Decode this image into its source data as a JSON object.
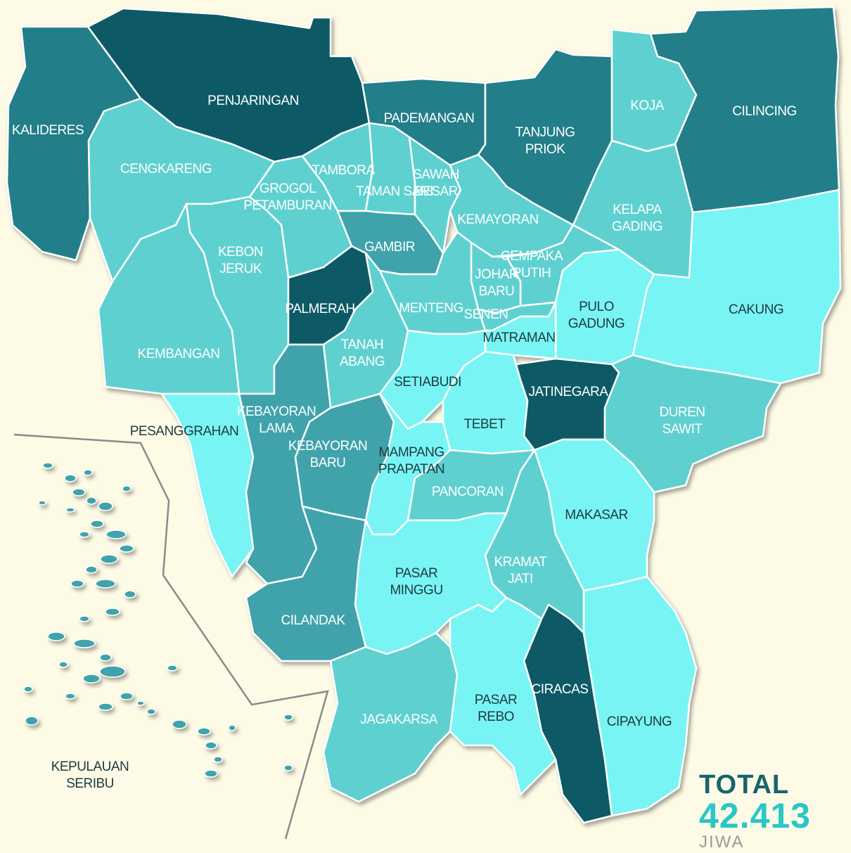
{
  "map": {
    "colors": {
      "background": "#fdfbe6",
      "darkest": "#0f5a66",
      "dark": "#217e88",
      "medium": "#3fa3ab",
      "light": "#5fd0d0",
      "lightest": "#79f4f4"
    },
    "regions": [
      {
        "name": "KALIDERES",
        "shade": "dark"
      },
      {
        "name": "PENJARINGAN",
        "shade": "darkest"
      },
      {
        "name": "PADEMANGAN",
        "shade": "dark"
      },
      {
        "name": "TANJUNG PRIOK",
        "shade": "dark"
      },
      {
        "name": "KOJA",
        "shade": "light"
      },
      {
        "name": "CILINCING",
        "shade": "dark"
      },
      {
        "name": "CENGKARENG",
        "shade": "light"
      },
      {
        "name": "TAMBORA",
        "shade": "light"
      },
      {
        "name": "TAMAN SARI",
        "shade": "light"
      },
      {
        "name": "SAWAH BESAR",
        "shade": "light"
      },
      {
        "name": "GROGOL PETAMBURAN",
        "shade": "light"
      },
      {
        "name": "KELAPA GADING",
        "shade": "light"
      },
      {
        "name": "KEMAYORAN",
        "shade": "light"
      },
      {
        "name": "GAMBIR",
        "shade": "medium"
      },
      {
        "name": "KEBON JERUK",
        "shade": "light"
      },
      {
        "name": "CEMPAKA PUTIH",
        "shade": "light"
      },
      {
        "name": "JOHAR BARU",
        "shade": "light"
      },
      {
        "name": "PALMERAH",
        "shade": "darkest"
      },
      {
        "name": "MENTENG",
        "shade": "light"
      },
      {
        "name": "SENEN",
        "shade": "light"
      },
      {
        "name": "PULO GADUNG",
        "shade": "lightest"
      },
      {
        "name": "CAKUNG",
        "shade": "lightest"
      },
      {
        "name": "MATRAMAN",
        "shade": "lightest"
      },
      {
        "name": "KEMBANGAN",
        "shade": "light"
      },
      {
        "name": "TANAH ABANG",
        "shade": "light"
      },
      {
        "name": "SETIABUDI",
        "shade": "lightest"
      },
      {
        "name": "JATINEGARA",
        "shade": "darkest"
      },
      {
        "name": "DUREN SAWIT",
        "shade": "light"
      },
      {
        "name": "PESANGGRAHAN",
        "shade": "lightest"
      },
      {
        "name": "KEBAYORAN LAMA",
        "shade": "medium"
      },
      {
        "name": "TEBET",
        "shade": "lightest"
      },
      {
        "name": "KEBAYORAN BARU",
        "shade": "medium"
      },
      {
        "name": "MAMPANG PRAPATAN",
        "shade": "lightest"
      },
      {
        "name": "PANCORAN",
        "shade": "light"
      },
      {
        "name": "MAKASAR",
        "shade": "lightest"
      },
      {
        "name": "KRAMAT JATI",
        "shade": "light"
      },
      {
        "name": "PASAR MINGGU",
        "shade": "lightest"
      },
      {
        "name": "CILANDAK",
        "shade": "medium"
      },
      {
        "name": "CIRACAS",
        "shade": "darkest"
      },
      {
        "name": "JAGAKARSA",
        "shade": "light"
      },
      {
        "name": "PASAR REBO",
        "shade": "lightest"
      },
      {
        "name": "CIPAYUNG",
        "shade": "lightest"
      },
      {
        "name": "KEPULAUAN SERIBU",
        "shade": "medium"
      }
    ]
  },
  "total": {
    "title": "TOTAL",
    "value": "42.413",
    "unit": "JIWA"
  }
}
